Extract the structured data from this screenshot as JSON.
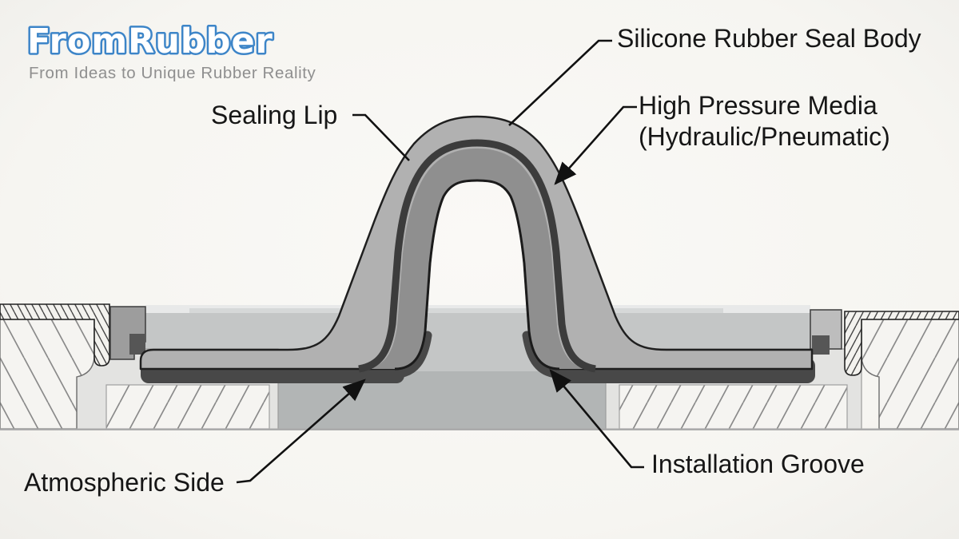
{
  "logo": {
    "brand": "FromRubber",
    "tagline": "From Ideas to Unique Rubber Reality",
    "brand_color": "#3d85c8",
    "tagline_color": "#8f8f8f"
  },
  "diagram": {
    "title_implicit": "Silicone rubber diaphragm seal cross-section",
    "labels": {
      "seal_body": "Silicone Rubber Seal Body",
      "high_pressure_line1": "High Pressure Media",
      "high_pressure_line2": "(Hydraulic/Pneumatic)",
      "sealing_lip": "Sealing Lip",
      "atmospheric": "Atmospheric Side",
      "installation": "Installation Groove"
    },
    "colors": {
      "background": "#f7f6f2",
      "seal_outer": "#b1b1b1",
      "seal_inner_band": "#8f8f8f",
      "seal_dark_layer": "#3c3c3c",
      "seal_shadow": "#484848",
      "far_wall": "#c4c6c6",
      "bore": "#b2b5b5",
      "groove_block": "#e3e3e1",
      "clamp_left": "#9d9d9d",
      "clamp_right": "#bdbdbd",
      "leader_line": "#111111"
    }
  }
}
